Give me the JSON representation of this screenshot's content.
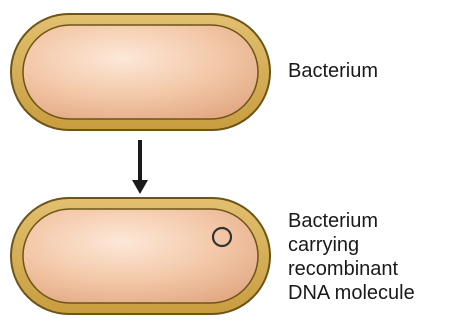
{
  "labels": {
    "top": "Bacterium",
    "bottom_lines": [
      "Bacterium",
      "carrying",
      "recombinant",
      "DNA molecule"
    ]
  },
  "colors": {
    "cell_wall_outer": "#8a6a1e",
    "cell_wall_fill": "#d9b45a",
    "cytoplasm": "#f0c4a3",
    "cytoplasm_highlight": "#fbe3d2",
    "arrow": "#1a1a1a",
    "plasmid": "#333333"
  },
  "icons": {
    "cell": "bacterium-cell-icon",
    "arrow": "down-arrow-icon",
    "plasmid": "plasmid-circle-icon"
  }
}
